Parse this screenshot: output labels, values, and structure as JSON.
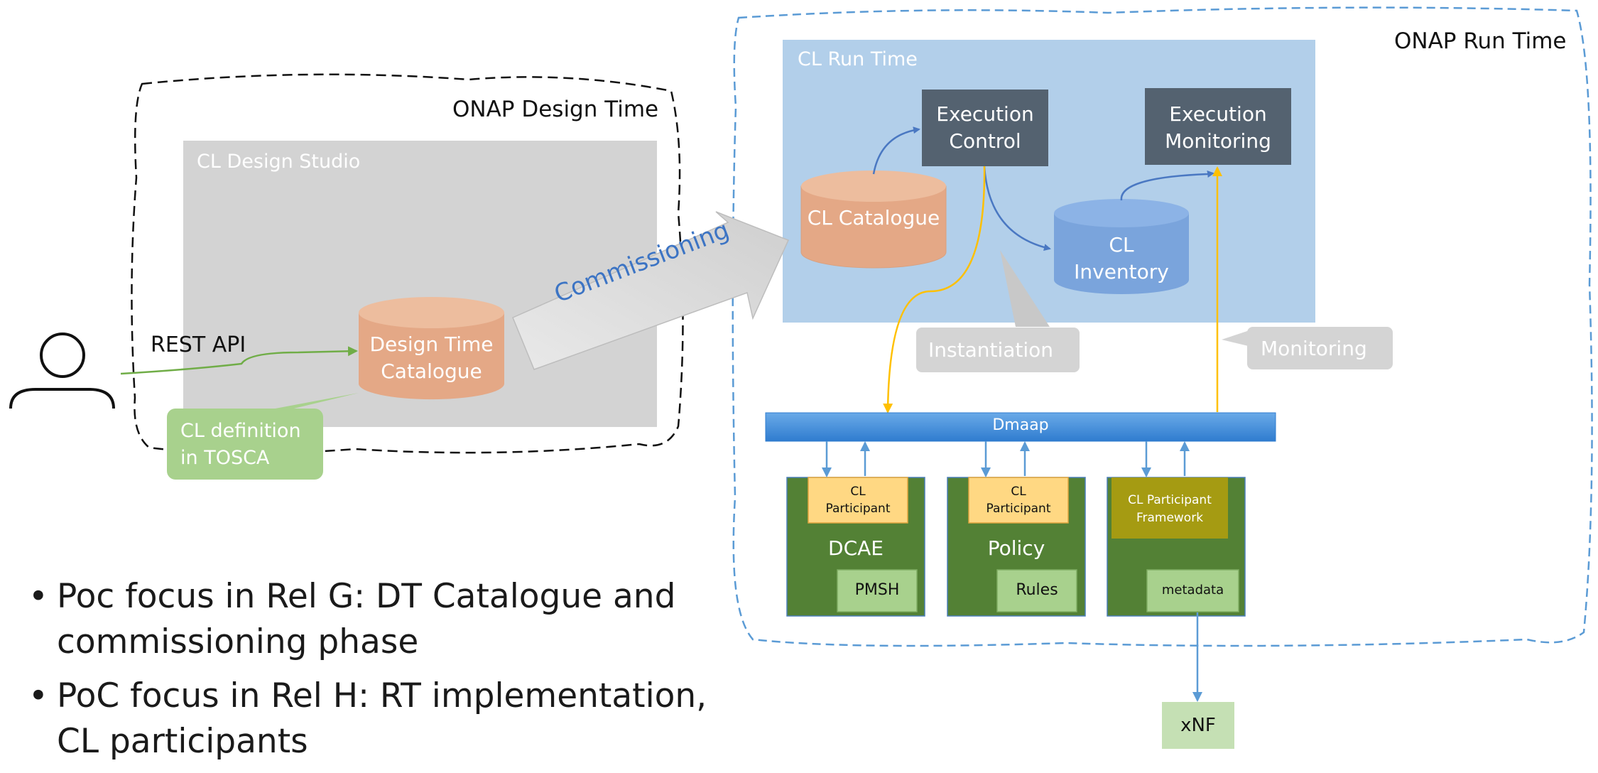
{
  "design_time": {
    "boundary_title": "ONAP Design Time",
    "studio_title": "CL Design Studio",
    "catalogue": [
      "Design Time",
      "Catalogue"
    ],
    "definition": [
      "CL definition",
      "in TOSCA"
    ],
    "rest_api": "REST API"
  },
  "commissioning_label": "Commissioning",
  "run_time": {
    "boundary_title": "ONAP Run Time",
    "runtime_title": "CL Run Time",
    "execution_control": [
      "Execution",
      "Control"
    ],
    "execution_monitoring": [
      "Execution",
      "Monitoring"
    ],
    "cl_catalogue": "CL Catalogue",
    "cl_inventory": [
      "CL",
      "Inventory"
    ],
    "instantiation": "Instantiation",
    "monitoring": "Monitoring",
    "dmaap": "Dmaap",
    "participants": [
      {
        "header": [
          "CL",
          "Participant"
        ],
        "name": "DCAE",
        "sub": "PMSH"
      },
      {
        "header": [
          "CL",
          "Participant"
        ],
        "name": "Policy",
        "sub": "Rules"
      },
      {
        "header": [
          "CL Participant",
          "Framework"
        ],
        "name": "",
        "sub": "metadata"
      }
    ],
    "xnf": "xNF"
  },
  "bullets": [
    [
      "Poc focus in Rel G: DT Catalogue and",
      "commissioning phase"
    ],
    [
      "PoC focus in Rel H: RT implementation,",
      "CL participants"
    ]
  ],
  "colors": {
    "grey_panel": "#d3d3d3",
    "runtime_panel": "#b2cfea",
    "dark_box": "#546270",
    "orange_cylinder": "#e4a886",
    "blue_cylinder": "#7aa4dc",
    "green_participant": "#538135",
    "yellow_header": "#ffd883",
    "olive_header": "#a59b12",
    "light_green": "#a8d18d",
    "dmaap_blue": "#4a90d9",
    "yellow_arrow": "#ffc000",
    "light_callout": "#d4d4d4"
  }
}
